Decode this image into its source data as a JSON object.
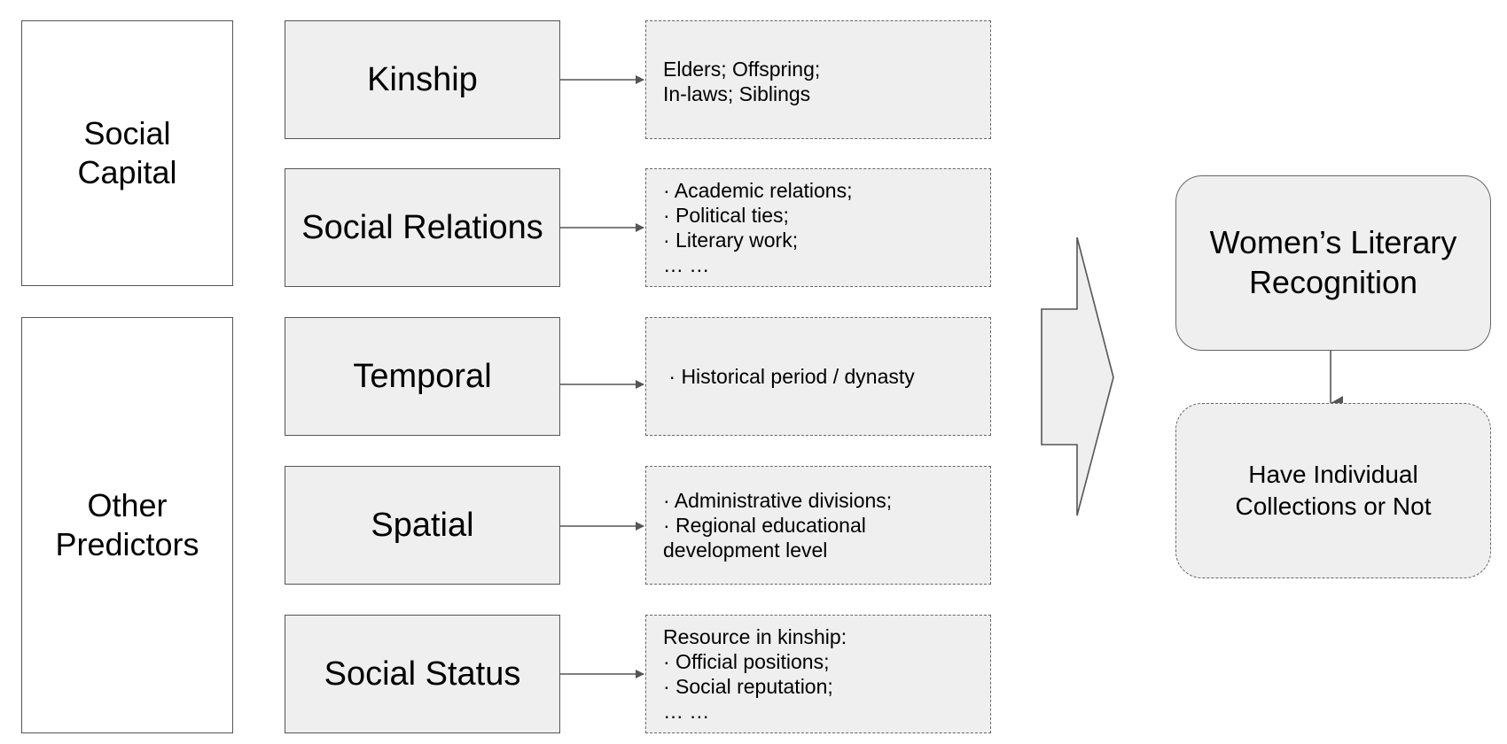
{
  "groups": [
    {
      "line1": "Social",
      "line2": "Capital"
    },
    {
      "line1": "Other",
      "line2": "Predictors"
    }
  ],
  "factors": [
    {
      "label": "Kinship",
      "details": [
        "Elders; Offspring;",
        "In-laws; Siblings"
      ]
    },
    {
      "label": "Social Relations",
      "details": [
        "· Academic relations;",
        "· Political ties;",
        "· Literary work;",
        "… …"
      ]
    },
    {
      "label": "Temporal",
      "details": [
        " · Historical period / dynasty"
      ]
    },
    {
      "label": "Spatial",
      "details": [
        "· Administrative divisions;",
        "· Regional educational",
        "development level"
      ]
    },
    {
      "label": "Social Status",
      "details": [
        "Resource in kinship:",
        "· Official positions;",
        "· Social reputation;",
        "… …"
      ]
    }
  ],
  "outcome": {
    "line1": "Women’s Literary",
    "line2": "Recognition"
  },
  "result": {
    "line1": "Have Individual",
    "line2": "Collections or Not"
  }
}
